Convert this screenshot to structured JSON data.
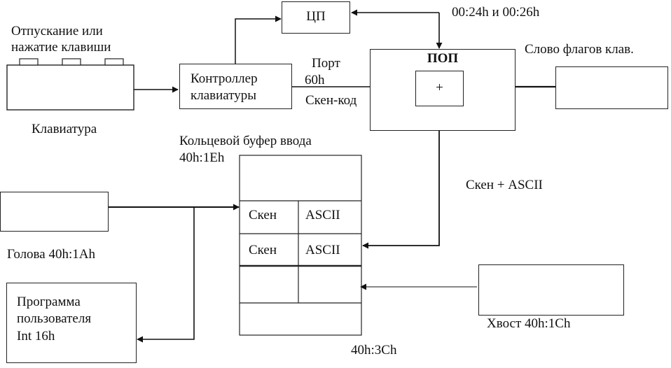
{
  "keyboard": {
    "event_line1": "Отпускание или",
    "event_line2": "нажатие клавиши",
    "caption": "Клавиатура"
  },
  "controller": {
    "line1": "Контроллер",
    "line2": "клавиатуры"
  },
  "port": {
    "line1": "Порт",
    "line2": "60h",
    "scan_code": "Скен-код"
  },
  "cpu": {
    "label": "ЦП",
    "vectors": "00:24h и 00:26h"
  },
  "isr": {
    "label": "ПОП",
    "adder": "+"
  },
  "flags": {
    "label": "Слово флагов клав."
  },
  "buffer": {
    "title": "Кольцевой буфер ввода",
    "address": "40h:1Eh",
    "end_address": "40h:3Ch",
    "scan_cell": "Скен",
    "ascii_cell": "ASCII",
    "output_label": "Скен + ASCII"
  },
  "head": {
    "label": "Голова 40h:1Ah"
  },
  "tail": {
    "label": "Хвост 40h:1Ch"
  },
  "program": {
    "line1": "Программа",
    "line2": "пользователя",
    "line3": "Int 16h"
  }
}
